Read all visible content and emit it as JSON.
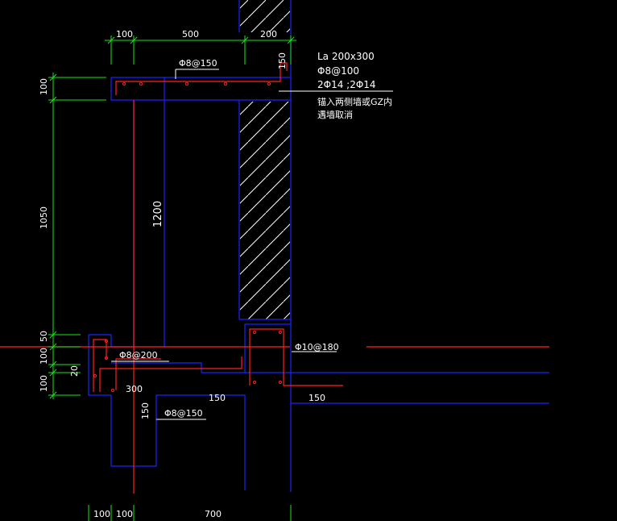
{
  "drawing": {
    "colors": {
      "background": "#000000",
      "outline": "#1a24ff",
      "rebar": "#ff2020",
      "dimension": "#17e617",
      "text": "#ffffff",
      "hatch": "#ffffff"
    },
    "dimensions": {
      "top_100": "100",
      "top_500": "500",
      "top_200": "200",
      "top_150": "150",
      "left_100_top": "100",
      "left_1050": "1050",
      "left_50": "50",
      "left_100_mid": "100",
      "left_20": "20",
      "left_100_bot": "100",
      "inner_1200": "1200",
      "beam_300": "300",
      "beam_150": "150",
      "slab_150": "150",
      "col_150": "150",
      "bottom_100_a": "100",
      "bottom_100_b": "100",
      "bottom_700": "700"
    },
    "rebar_labels": {
      "top_slab": "Φ8@150",
      "curb": "Φ8@200",
      "beam_stirrup": "Φ8@150",
      "slab_bar": "Φ10@180"
    },
    "notes": {
      "line1": "La 200x300",
      "line2": "Φ8@100",
      "line3": "2Φ14 ;2Φ14",
      "line4": "锚入两侧墙或GZ内",
      "line5": "遇墙取消"
    }
  }
}
